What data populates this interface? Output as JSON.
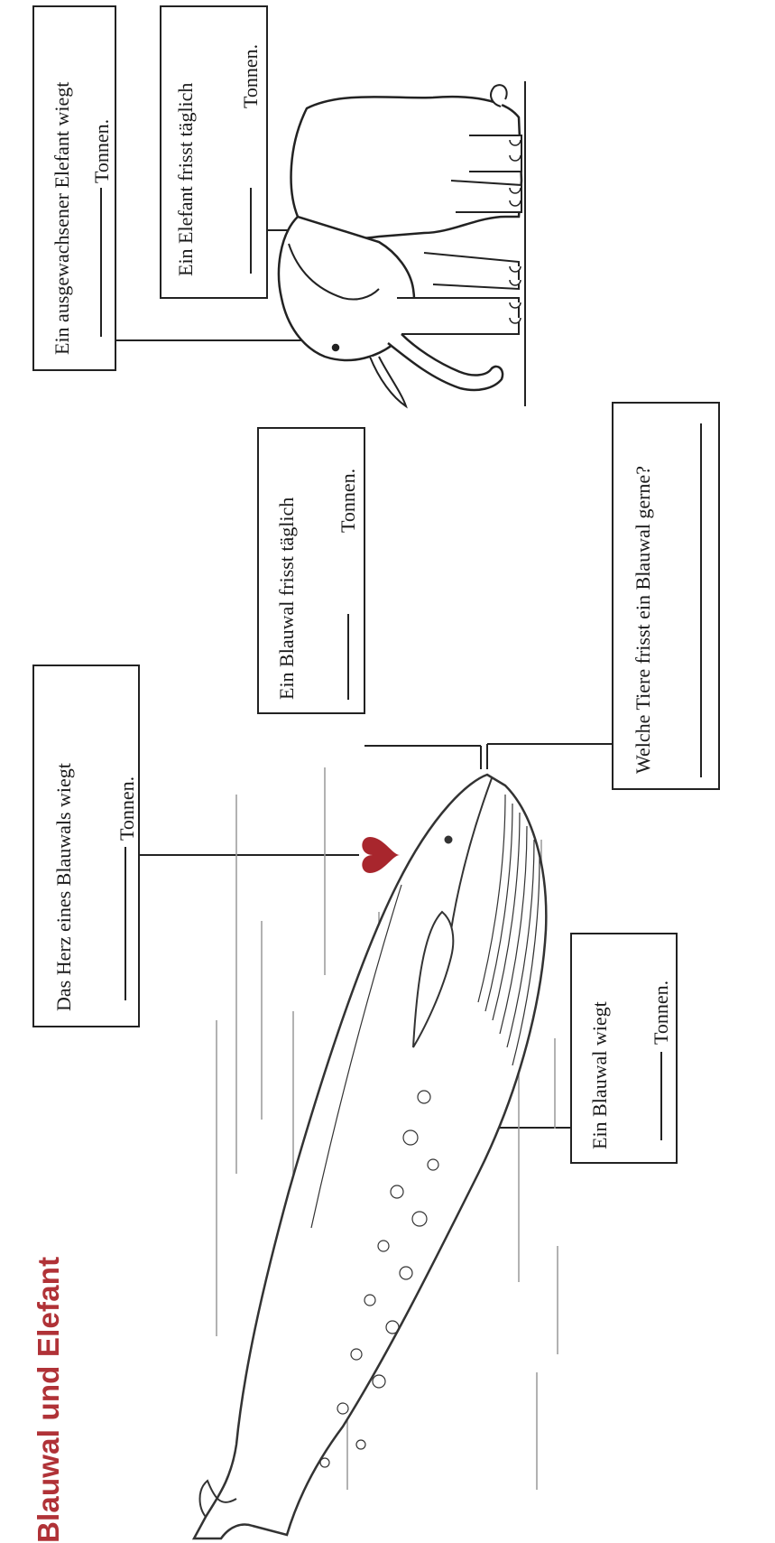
{
  "title": "Blauwal und Elefant",
  "boxes": {
    "elefant_gewicht": {
      "line1": "Ein ausgewachsener Elefant wiegt",
      "line2": "Tonnen."
    },
    "elefant_nahrung": {
      "line1": "Ein Elefant frisst täglich",
      "line2": "Tonnen."
    },
    "herz": {
      "line1": "Das Herz eines Blauwals wiegt",
      "line2": "Tonnen."
    },
    "blauwal_nahrung": {
      "line1": "Ein Blauwal frisst täglich",
      "line2": "Tonnen."
    },
    "blauwal_tiere": {
      "line1": "Welche Tiere frisst ein Blauwal gerne?"
    },
    "blauwal_gewicht": {
      "line1": "Ein Blauwal wiegt",
      "line2": "Tonnen."
    }
  },
  "colors": {
    "title": "#b03237",
    "heart": "#a8262d",
    "lines": "#222222"
  },
  "icons": [
    "whale-illustration",
    "elephant-illustration",
    "heart-icon"
  ]
}
